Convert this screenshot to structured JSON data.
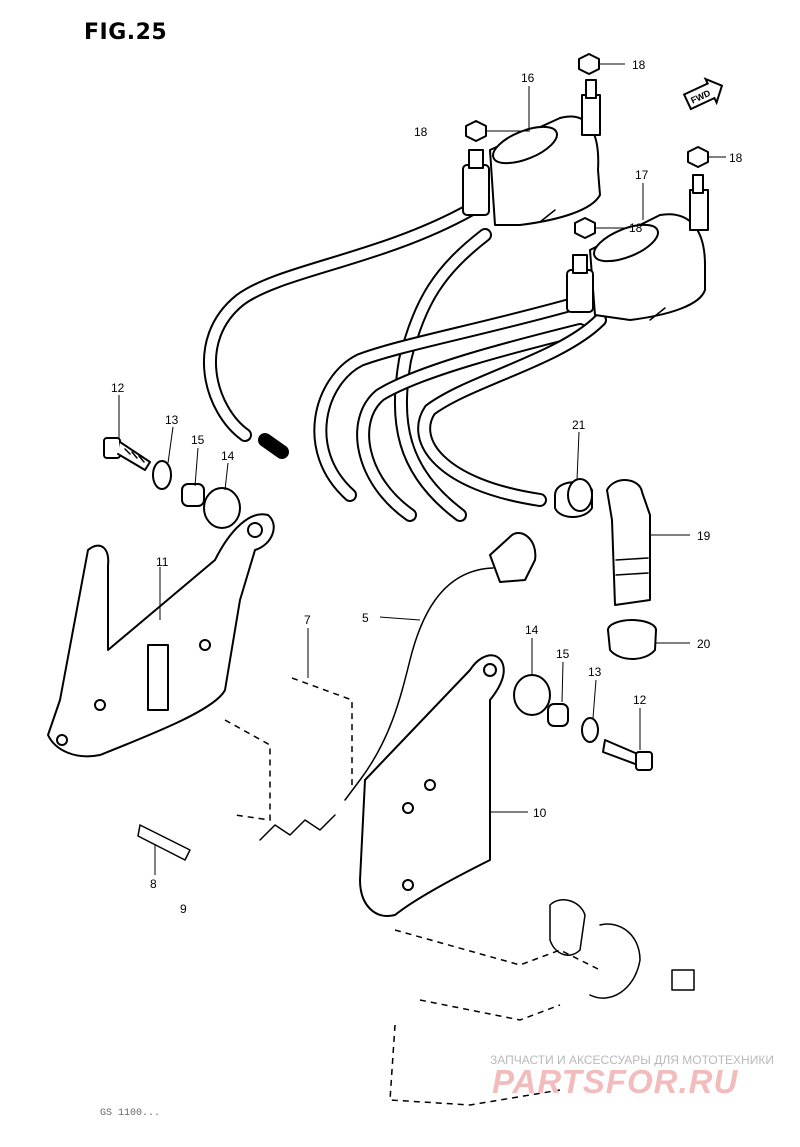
{
  "figure": {
    "title": "FIG.25"
  },
  "fwd_label": "FWD",
  "callouts": {
    "c18a": "18",
    "c16": "16",
    "c18b": "18",
    "c18c": "18",
    "c17": "17",
    "c18d": "18",
    "c12a": "12",
    "c13a": "13",
    "c15a": "15",
    "c14a": "14",
    "c11": "11",
    "c21": "21",
    "c19": "19",
    "c20": "20",
    "c5": "5",
    "c7": "7",
    "c14b": "14",
    "c15b": "15",
    "c13b": "13",
    "c12b": "12",
    "c10": "10",
    "c8": "8",
    "c9": "9"
  },
  "watermark": {
    "line1": "ЗАПЧАСТИ И АКСЕССУАРЫ ДЛЯ МОТОТЕХНИКИ",
    "line2": "PARTSFOR.RU"
  },
  "footer_code": "GS 1100..."
}
